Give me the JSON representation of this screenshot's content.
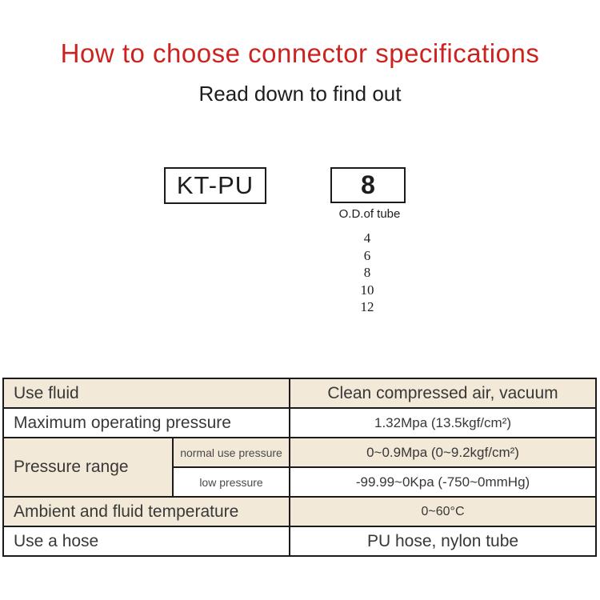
{
  "header": {
    "title": "How to choose connector specifications",
    "subtitle": "Read down to find out"
  },
  "model_selector": {
    "series_code": "KT-PU",
    "size_code": "8",
    "size_label": "O.D.of tube",
    "size_options": [
      "4",
      "6",
      "8",
      "10",
      "12"
    ]
  },
  "spec_table": {
    "use_fluid": {
      "label": "Use fluid",
      "value": "Clean compressed air, vacuum"
    },
    "max_pressure": {
      "label": "Maximum operating pressure",
      "value": "1.32Mpa (13.5kgf/cm²)"
    },
    "pressure_range": {
      "label": "Pressure range",
      "normal": {
        "label": "normal use pressure",
        "value": "0~0.9Mpa (0~9.2kgf/cm²)"
      },
      "low": {
        "label": "low pressure",
        "value": "-99.99~0Kpa (-750~0mmHg)"
      }
    },
    "temperature": {
      "label": "Ambient and fluid temperature",
      "value": "0~60°C"
    },
    "hose": {
      "label": "Use a hose",
      "value": "PU hose, nylon tube"
    }
  },
  "colors": {
    "title_red": "#cb2420",
    "row_highlight_beige": "#f2e9d8",
    "border_black": "#1b1b1b"
  }
}
